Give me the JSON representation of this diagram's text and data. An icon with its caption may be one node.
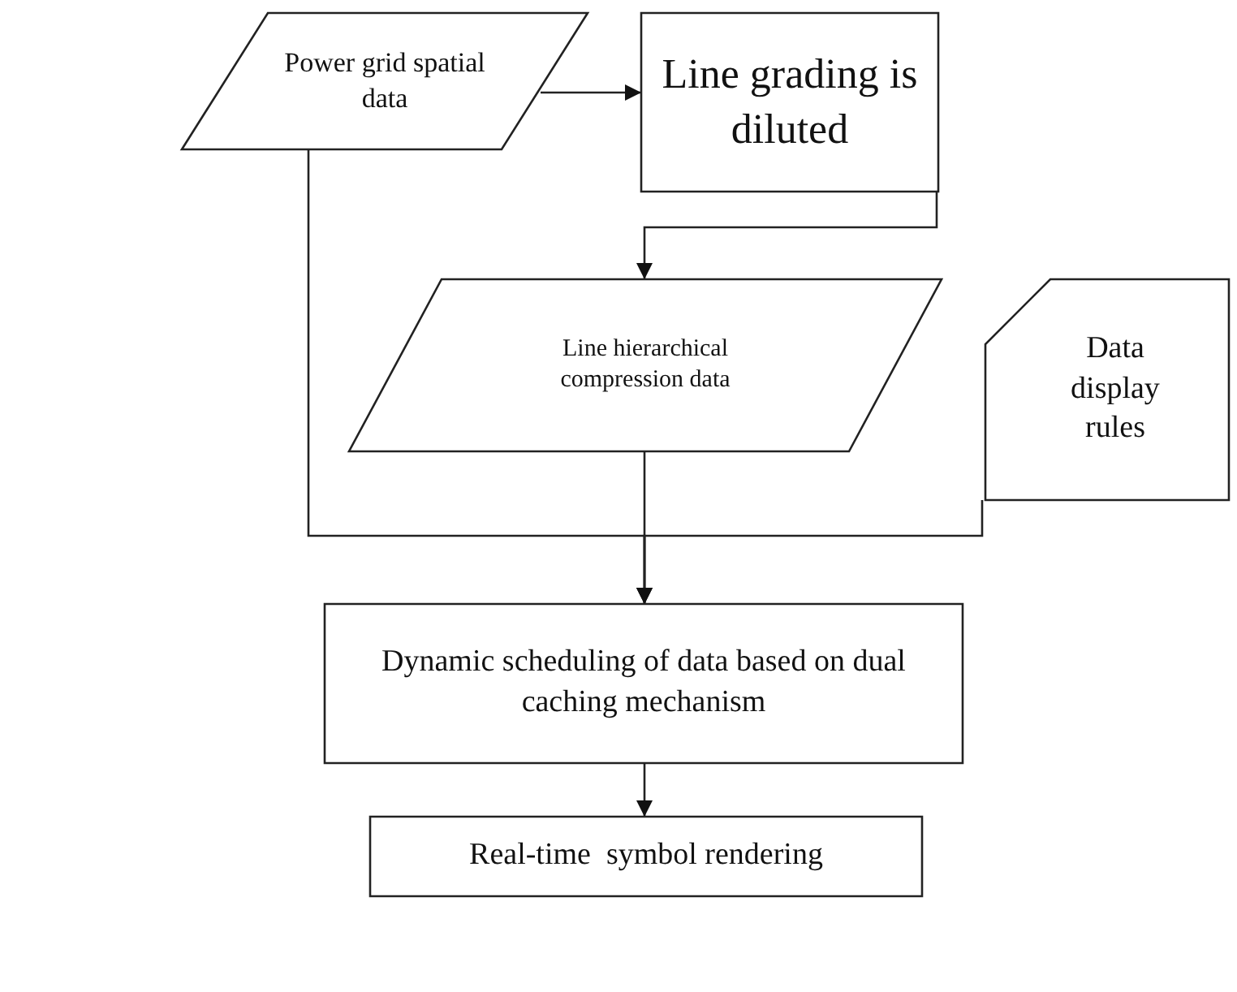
{
  "diagram": {
    "nodes": [
      {
        "text": [
          "Power grid spatial data"
        ]
      },
      {
        "text": [
          "Line grading is diluted"
        ]
      },
      {
        "text": [
          "Line hierarchical compression data"
        ]
      },
      {
        "text": [
          "Data display rules"
        ]
      },
      {
        "text": [
          "Dynamic scheduling of data based on dual caching mechanism"
        ]
      },
      {
        "text": [
          "Real-time  symbol rendering"
        ]
      }
    ],
    "edges": [
      {
        "from": 0,
        "to": 1,
        "arrow": "to"
      },
      {
        "from": 1,
        "to": 2,
        "arrow": "to"
      },
      {
        "from": 0,
        "to": 4,
        "arrow": "to"
      },
      {
        "from": 2,
        "to": 4,
        "arrow": "to"
      },
      {
        "from": 3,
        "to": 4,
        "arrow": "to"
      },
      {
        "from": 4,
        "to": 5,
        "arrow": "to"
      }
    ]
  }
}
